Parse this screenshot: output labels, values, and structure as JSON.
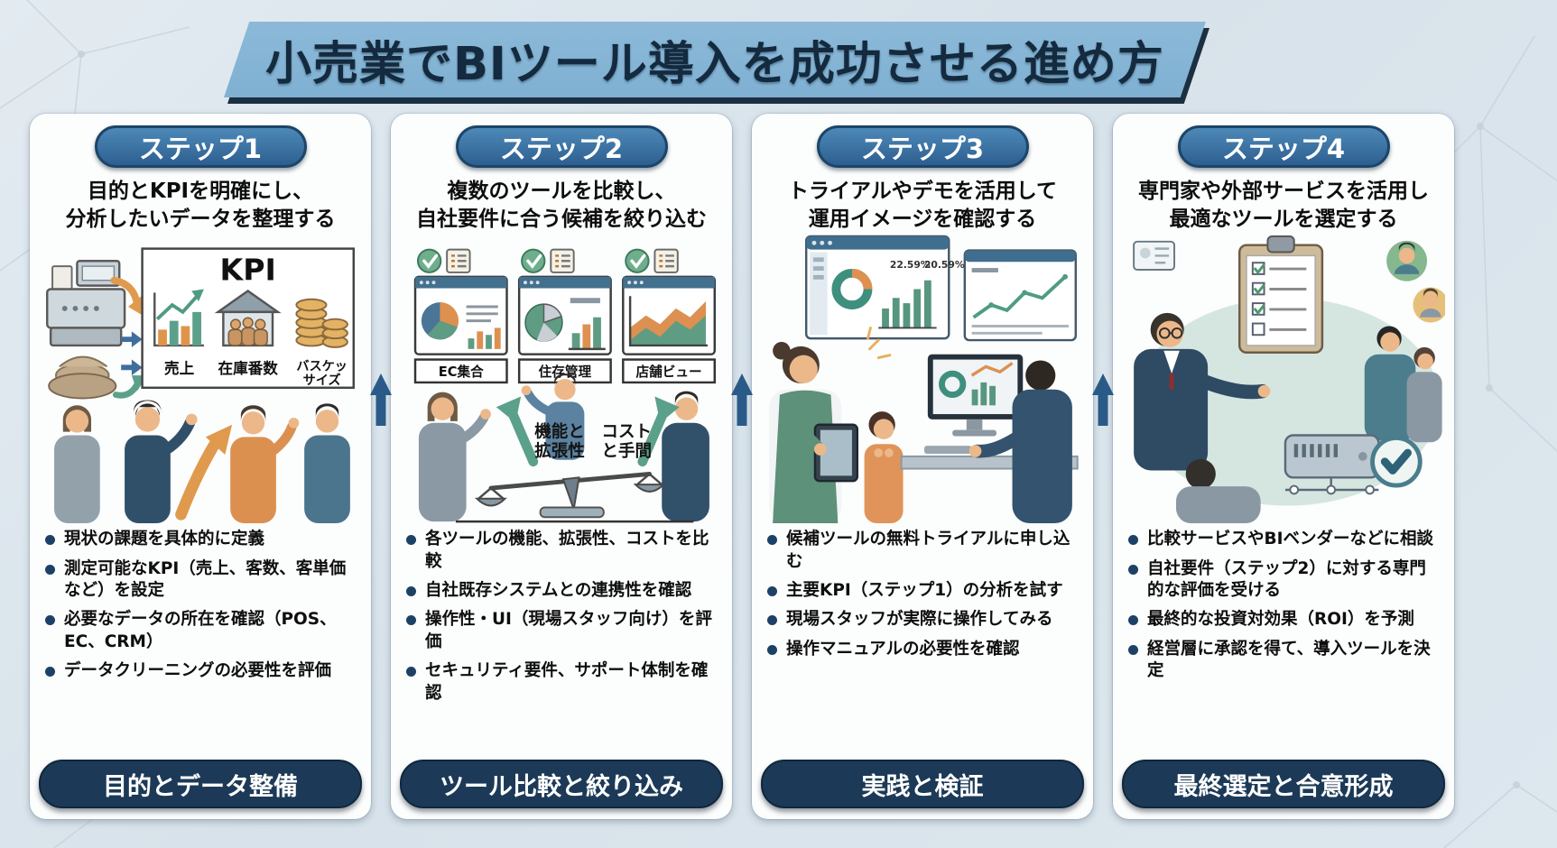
{
  "title": "小売業でBIツール導入を成功させる進め方",
  "colors": {
    "title_bg": "#85b5d6",
    "badge_blue": "#2d5f90",
    "banner_navy": "#1c3a57",
    "arrow_navy": "#2a5a88",
    "accent_green": "#5ba08a",
    "accent_orange": "#dd9050"
  },
  "steps": [
    {
      "badge": "ステップ1",
      "headline": "目的とKPIを明確にし、\n分析したいデータを整理する",
      "illus": {
        "kpi_title": "KPI",
        "sales_label": "売上",
        "inventory_label": "在庫番数",
        "basket_label_1": "バスケッ",
        "basket_label_2": "サイズ"
      },
      "bullets": [
        "現状の課題を具体的に定義",
        "測定可能なKPI（売上、客数、客単価など）を設定",
        "必要なデータの所在を確認（POS、EC、CRM）",
        "データクリーニングの必要性を評価"
      ],
      "banner": "目的とデータ整備"
    },
    {
      "badge": "ステップ2",
      "headline": "複数のツールを比較し、\n自社要件に合う候補を絞り込む",
      "illus": {
        "tools": [
          "EC集合",
          "住存管理",
          "店舗ビュー"
        ],
        "scale_left_1": "機能と",
        "scale_left_2": "拡張性",
        "scale_right_1": "コスト",
        "scale_right_2": "と手間"
      },
      "bullets": [
        "各ツールの機能、拡張性、コストを比較",
        "自社既存システムとの連携性を確認",
        "操作性・UI（現場スタッフ向け）を評価",
        "セキュリティ要件、サポート体制を確認"
      ],
      "banner": "ツール比較と絞り込み"
    },
    {
      "badge": "ステップ3",
      "headline": "トライアルやデモを活用して\n運用イメージを確認する",
      "illus": {
        "stat_1": "22.59%",
        "stat_2": "20.59%"
      },
      "bullets": [
        "候補ツールの無料トライアルに申し込む",
        "主要KPI（ステップ1）の分析を試す",
        "現場スタッフが実際に操作してみる",
        "操作マニュアルの必要性を確認"
      ],
      "banner": "実践と検証"
    },
    {
      "badge": "ステップ4",
      "headline": "専門家や外部サービスを活用し\n最適なツールを選定する",
      "illus": {},
      "bullets": [
        "比較サービスやBIベンダーなどに相談",
        "自社要件（ステップ2）に対する専門的な評価を受ける",
        "最終的な投資対効果（ROI）を予測",
        "経営層に承認を得て、導入ツールを決定"
      ],
      "banner": "最終選定と合意形成"
    }
  ]
}
